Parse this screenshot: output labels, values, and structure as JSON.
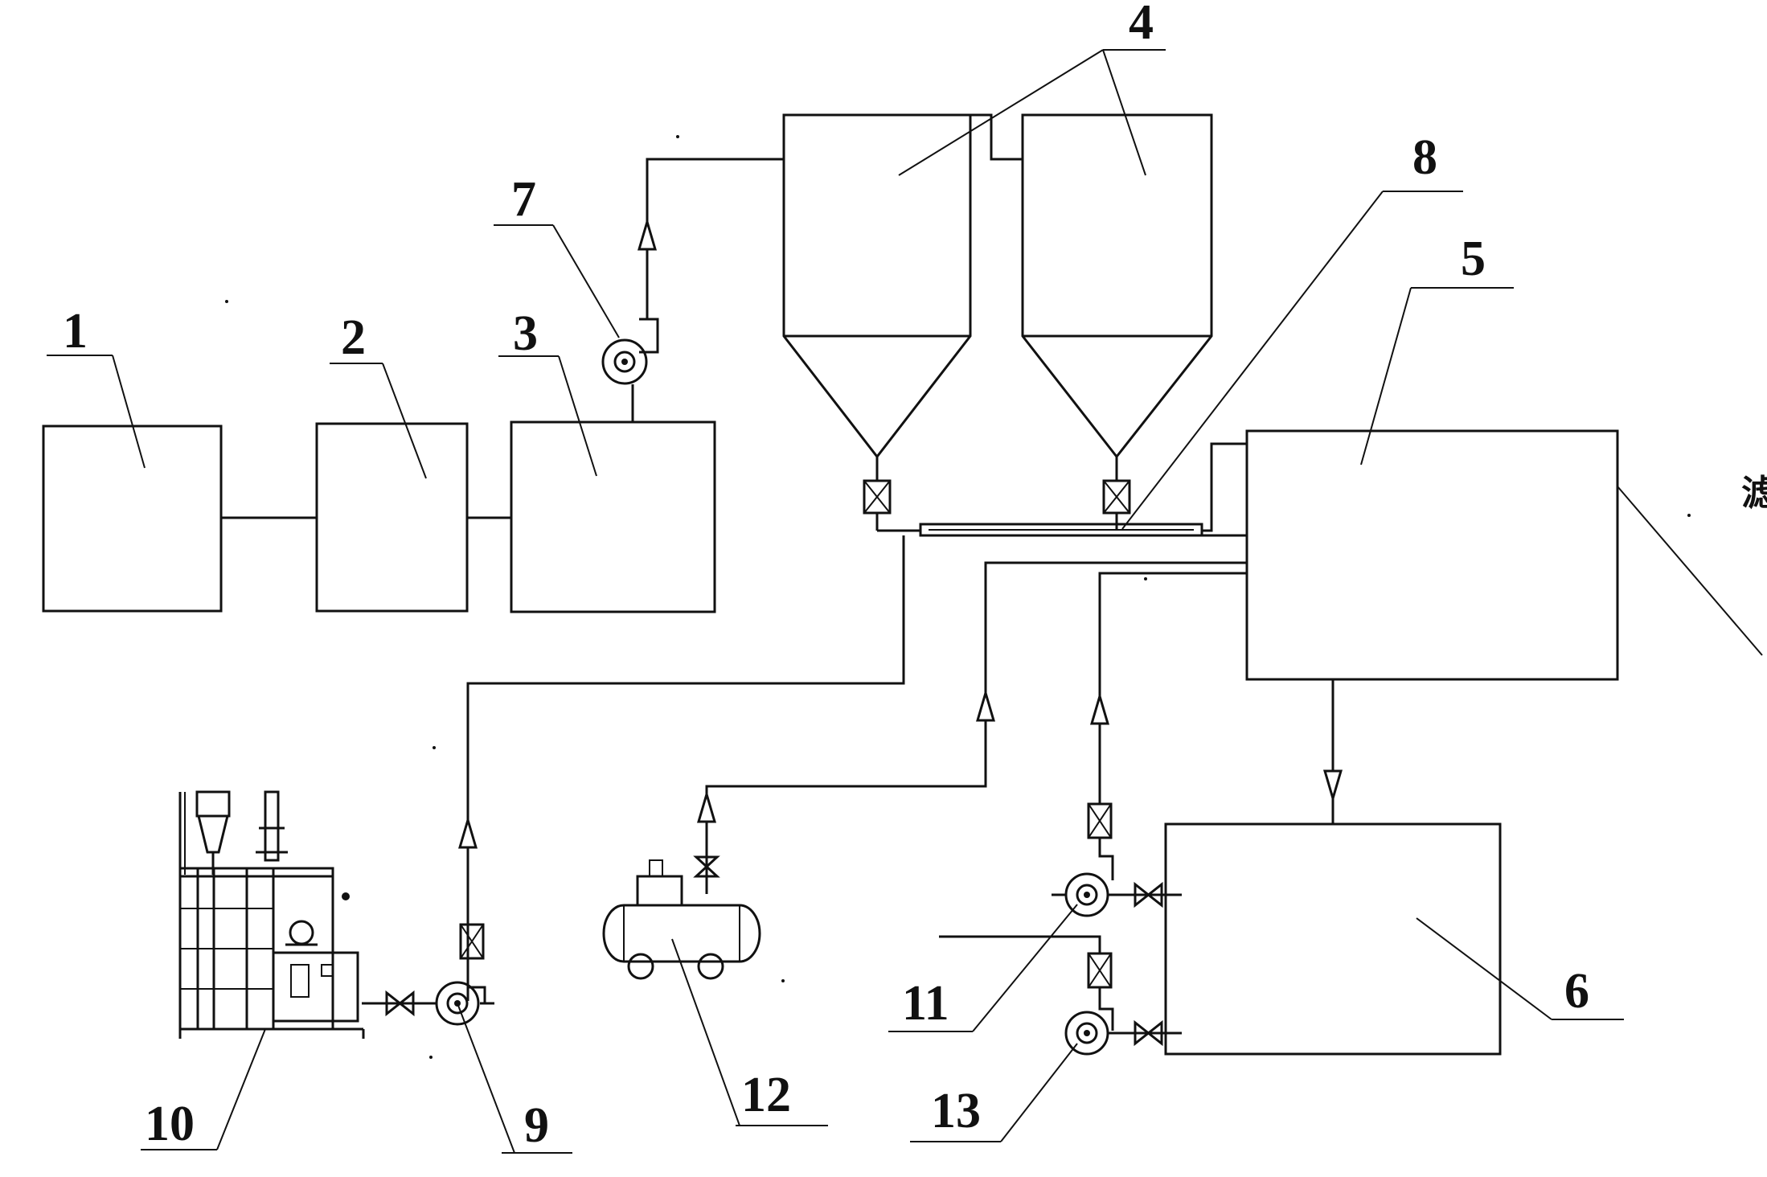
{
  "labels": {
    "n1": "1",
    "n2": "2",
    "n3": "3",
    "n4": "4",
    "n5": "5",
    "n6": "6",
    "n7": "7",
    "n8": "8",
    "n9": "9",
    "n10": "10",
    "n11": "11",
    "n12": "12",
    "n13": "13"
  },
  "side_text": "滤饼"
}
